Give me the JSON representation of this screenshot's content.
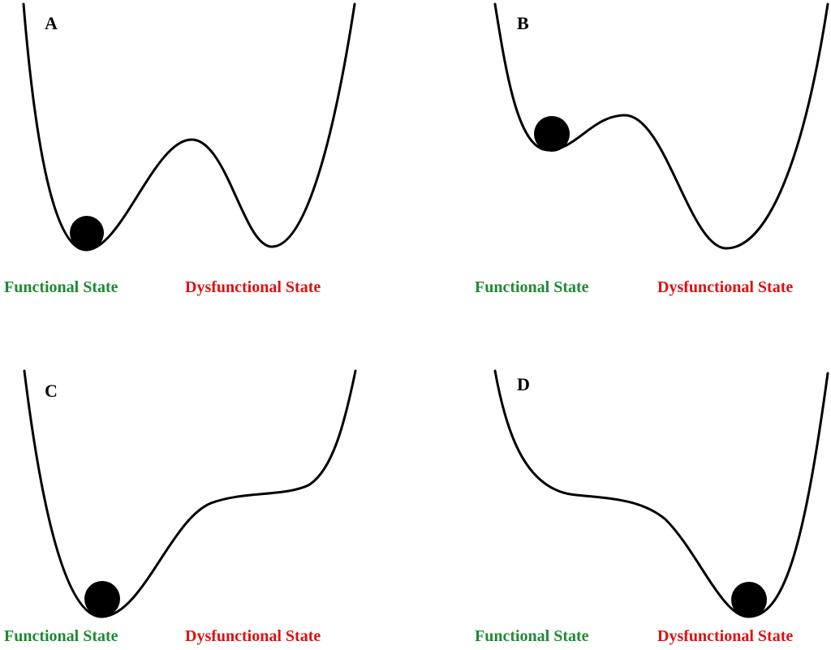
{
  "colors": {
    "functional": "#1e8a32",
    "dysfunctional": "#e01010",
    "curve": "#000000"
  },
  "panels": [
    {
      "letter": "A",
      "functional_label": "Functional State",
      "dysfunctional_label": "Dysfunctional State",
      "ball_position": "functional-minimum"
    },
    {
      "letter": "B",
      "functional_label": "Functional State",
      "dysfunctional_label": "Dysfunctional State",
      "ball_position": "shallow-functional-minimum"
    },
    {
      "letter": "C",
      "functional_label": "Functional State",
      "dysfunctional_label": "Dysfunctional State",
      "ball_position": "functional-minimum"
    },
    {
      "letter": "D",
      "functional_label": "Functional State",
      "dysfunctional_label": "Dysfunctional State",
      "ball_position": "dysfunctional-minimum"
    }
  ]
}
